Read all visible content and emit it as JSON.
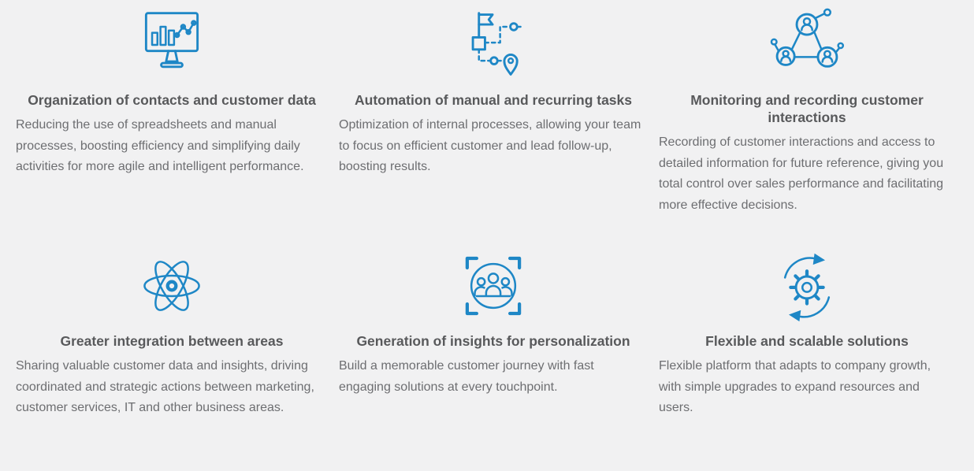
{
  "page": {
    "background_color": "#f1f1f2",
    "accent_color": "#1e87c6",
    "title_color": "#58595b",
    "body_color": "#6d6e71"
  },
  "cards": [
    {
      "icon": "monitor-analytics-icon",
      "title": "Organization of contacts and customer data",
      "body": "Reducing the use of spreadsheets and manual processes, boosting efficiency and simplifying daily activities for more agile and intelligent performance."
    },
    {
      "icon": "workflow-automation-icon",
      "title": "Automation of manual and recurring tasks",
      "body": "Optimization of internal processes, allowing your team to focus on efficient customer and lead follow-up, boosting results."
    },
    {
      "icon": "customer-network-icon",
      "title": "Monitoring and recording customer interactions",
      "body": "Recording of customer interactions and access to detailed information for future reference, giving you total control over sales performance and facilitating more effective decisions."
    },
    {
      "icon": "integration-atom-icon",
      "title": "Greater integration between areas",
      "body": "Sharing valuable customer data and insights, driving coordinated and strategic actions between marketing, customer services, IT and other business areas."
    },
    {
      "icon": "audience-insights-icon",
      "title": "Generation of insights for personalization",
      "body": "Build a memorable customer journey with fast engaging solutions at every touchpoint."
    },
    {
      "icon": "scalable-gear-icon",
      "title": "Flexible and scalable solutions",
      "body": "Flexible platform that adapts to company growth, with simple upgrades to expand resources and users."
    }
  ]
}
